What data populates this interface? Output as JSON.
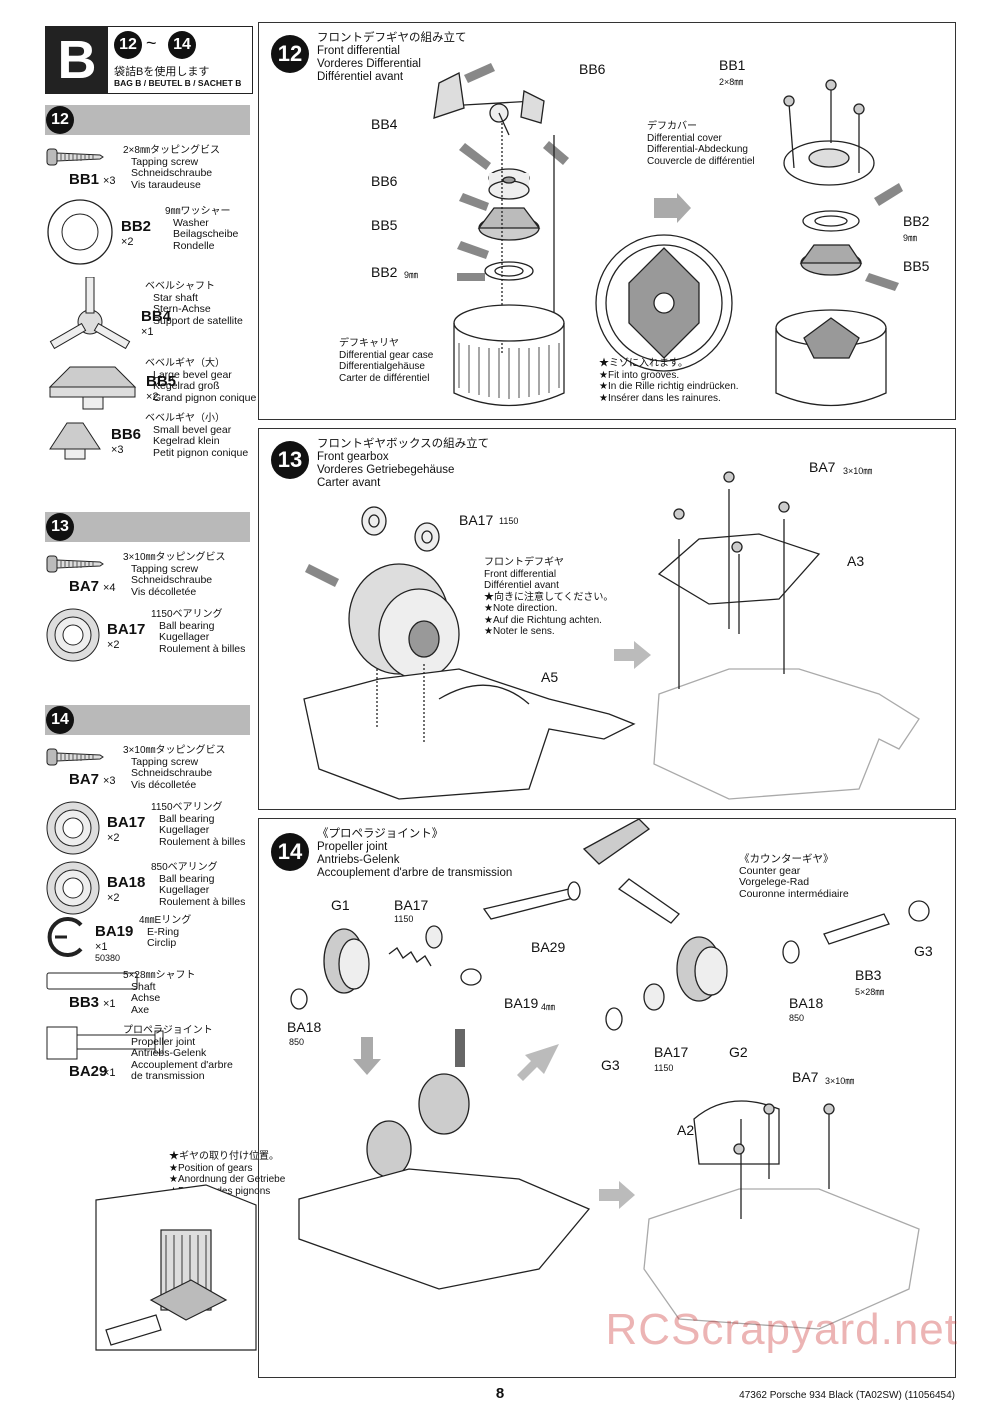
{
  "header": {
    "bag_letter": "B",
    "step_from": "12",
    "step_sep": "~",
    "step_to": "14",
    "bag_jp": "袋詰Bを使用します",
    "bag_en": "BAG B / BEUTEL B / SACHET B"
  },
  "sidebar": {
    "sections": [
      {
        "step": "12",
        "parts": [
          {
            "code": "BB1",
            "qty": "×3",
            "jp": "2×8㎜タッピングビス",
            "lines": [
              "Tapping screw",
              "Schneidschraube",
              "Vis taraudeuse"
            ],
            "icon": "tapping-screw-icon"
          },
          {
            "code": "BB2",
            "qty": "×2",
            "jp": "9㎜ワッシャー",
            "lines": [
              "Washer",
              "Beilagscheibe",
              "Rondelle"
            ],
            "icon": "washer-icon"
          },
          {
            "code": "BB4",
            "qty": "×1",
            "jp": "ベベルシャフト",
            "lines": [
              "Star shaft",
              "Stern-Achse",
              "Support de satellite"
            ],
            "icon": "star-shaft-icon"
          },
          {
            "code": "BB5",
            "qty": "×2",
            "jp": "ベベルギヤ（大）",
            "lines": [
              "Large bevel gear",
              "Kegelrad groß",
              "Grand pignon conique"
            ],
            "icon": "large-bevel-gear-icon"
          },
          {
            "code": "BB6",
            "qty": "×3",
            "jp": "ベベルギヤ（小）",
            "lines": [
              "Small bevel gear",
              "Kegelrad klein",
              "Petit pignon conique"
            ],
            "icon": "small-bevel-gear-icon"
          }
        ]
      },
      {
        "step": "13",
        "parts": [
          {
            "code": "BA7",
            "qty": "×4",
            "jp": "3×10㎜タッピングビス",
            "lines": [
              "Tapping screw",
              "Schneidschraube",
              "Vis décolletée"
            ],
            "icon": "tapping-screw-icon"
          },
          {
            "code": "BA17",
            "qty": "×2",
            "jp": "1150ベアリング",
            "lines": [
              "Ball bearing",
              "Kugellager",
              "Roulement à billes"
            ],
            "icon": "ball-bearing-icon"
          }
        ]
      },
      {
        "step": "14",
        "parts": [
          {
            "code": "BA7",
            "qty": "×3",
            "jp": "3×10㎜タッピングビス",
            "lines": [
              "Tapping screw",
              "Schneidschraube",
              "Vis décolletée"
            ],
            "icon": "tapping-screw-icon"
          },
          {
            "code": "BA17",
            "qty": "×2",
            "jp": "1150ベアリング",
            "lines": [
              "Ball bearing",
              "Kugellager",
              "Roulement à billes"
            ],
            "icon": "ball-bearing-icon"
          },
          {
            "code": "BA18",
            "qty": "×2",
            "jp": "850ベアリング",
            "lines": [
              "Ball bearing",
              "Kugellager",
              "Roulement à billes"
            ],
            "icon": "ball-bearing-icon"
          },
          {
            "code": "BA19",
            "qty": "×1",
            "sub": "50380",
            "jp": "4㎜Eリング",
            "lines": [
              "E-Ring",
              "Circlip"
            ],
            "icon": "e-ring-icon"
          },
          {
            "code": "BB3",
            "qty": "×1",
            "jp": "5×28㎜シャフト",
            "lines": [
              "Shaft",
              "Achse",
              "Axe"
            ],
            "icon": "shaft-icon"
          },
          {
            "code": "BA29",
            "qty": "×1",
            "jp": "プロペラジョイント",
            "lines": [
              "Propeller joint",
              "Antriebs-Gelenk",
              "Accouplement d'arbre",
              "de transmission"
            ],
            "icon": "propeller-joint-icon"
          }
        ]
      }
    ]
  },
  "step12": {
    "num": "12",
    "title_jp": "フロントデフギヤの組み立て",
    "title_en": "Front differential",
    "title_de": "Vorderes Differential",
    "title_fr": "Différentiel avant",
    "labels": {
      "bb6": "BB6",
      "bb4": "BB4",
      "bb6b": "BB6",
      "bb5": "BB5",
      "bb2": "BB2",
      "bb2_size": "9㎜",
      "bb1": "BB1",
      "bb1_size": "2×8㎜",
      "bb2r": "BB2",
      "bb2r_size": "9㎜",
      "bb5r": "BB5"
    },
    "case_label": [
      "デフキャリヤ",
      "Differential gear case",
      "Differentialgehäuse",
      "Carter de différentiel"
    ],
    "cover_label": [
      "デフカバー",
      "Differential cover",
      "Differential-Abdeckung",
      "Couvercle de différentiel"
    ],
    "grooves_note": [
      "★ミゾに入れます。",
      "★Fit into grooves.",
      "★In die Rille richtig eindrücken.",
      "★Insérer dans les rainures."
    ]
  },
  "step13": {
    "num": "13",
    "title_jp": "フロントギヤボックスの組み立て",
    "title_en": "Front gearbox",
    "title_de": "Vorderes Getriebegehäuse",
    "title_fr": "Carter avant",
    "labels": {
      "ba17": "BA17",
      "ba17_size": "1150",
      "a5": "A5",
      "ba7": "BA7",
      "ba7_size": "3×10㎜",
      "a3": "A3"
    },
    "diff_note": [
      "フロントデフギヤ",
      "Front differential",
      "Différentiel avant",
      "★向きに注意してください。",
      "★Note direction.",
      "★Auf die Richtung achten.",
      "★Noter le sens."
    ]
  },
  "step14": {
    "num": "14",
    "title_jp": "《プロペラジョイント》",
    "title_en": "Propeller joint",
    "title_de": "Antriebs-Gelenk",
    "title_fr": "Accouplement d'arbre de transmission",
    "counter_label": [
      "《カウンターギヤ》",
      "Counter gear",
      "Vorgelege-Rad",
      "Couronne intermédiaire"
    ],
    "labels": {
      "g1": "G1",
      "ba17": "BA17",
      "ba17_size": "1150",
      "ba29": "BA29",
      "ba19": "BA19",
      "ba19_size": "4㎜",
      "ba18": "BA18",
      "ba18_size": "850",
      "g3": "G3",
      "bb3": "BB3",
      "bb3_size": "5×28㎜",
      "ba18r": "BA18",
      "ba18r_size": "850",
      "g3b": "G3",
      "ba17r": "BA17",
      "ba17r_size": "1150",
      "g2": "G2",
      "ba7": "BA7",
      "ba7_size": "3×10㎜",
      "a2": "A2"
    },
    "gears_note": [
      "★ギヤの取り付け位置。",
      "★Position of gears",
      "★Anordnung der Getriebe",
      "★Position des pignons"
    ]
  },
  "footer": {
    "page_number": "8",
    "doc_title": "47362 Porsche 934 Black (TA02SW)  (11056454)",
    "watermark": "RCScrapyard.net"
  }
}
